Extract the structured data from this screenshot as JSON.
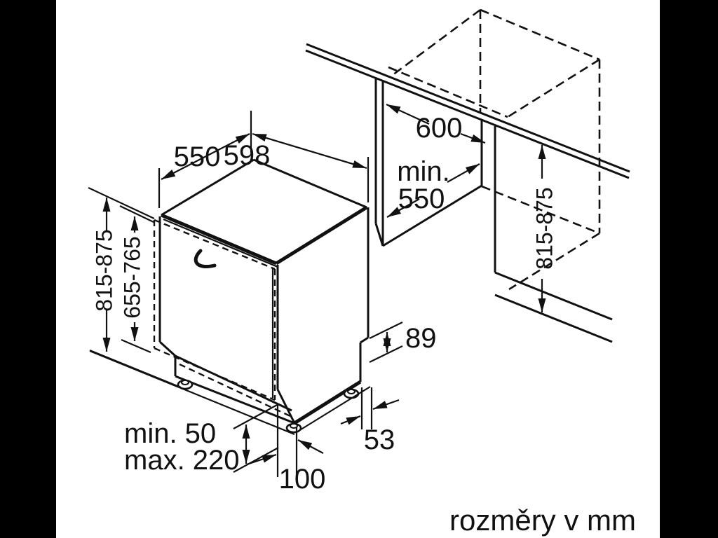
{
  "drawing": {
    "kind": "dishwasher installation dimension diagram",
    "line_color": "#111111",
    "background": "#ffffff",
    "letterbox_color": "#000000"
  },
  "labels": {
    "top_depth": "550",
    "top_width": "598",
    "niche_width": "600",
    "niche_depth_word": "min.",
    "niche_depth_value": "550",
    "appliance_height": "815-875",
    "door_panel_height": "655-765",
    "niche_height": "815-875",
    "recess_height": "89",
    "recess_depth": "53",
    "foot_offset": "100",
    "plinth_min": "min. 50",
    "plinth_max": "max. 220",
    "units_note": "rozměry v mm"
  }
}
